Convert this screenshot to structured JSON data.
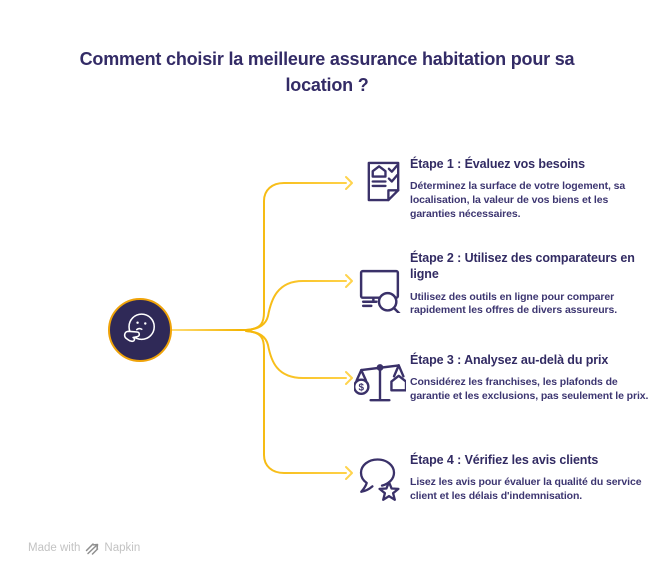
{
  "title": "Comment choisir la meilleure assurance habitation pour sa location ?",
  "center": {
    "icon": "thinking-face-icon"
  },
  "steps": [
    {
      "icon": "document-checklist-icon",
      "heading": "Étape 1 : Évaluez vos besoins",
      "body": "Déterminez la surface de votre logement, sa localisation, la valeur de vos biens et les garanties nécessaires."
    },
    {
      "icon": "monitor-search-icon",
      "heading": "Étape 2 : Utilisez des comparateurs en ligne",
      "body": "Utilisez des outils en ligne pour comparer rapidement les offres de divers assureurs."
    },
    {
      "icon": "balance-scale-icon",
      "heading": "Étape 3 : Analysez au-delà du prix",
      "body": "Considérez les franchises, les plafonds de garantie et les exclusions, pas seulement le prix."
    },
    {
      "icon": "chat-star-icon",
      "heading": "Étape 4 : Vérifiez les avis clients",
      "body": "Lisez les avis pour évaluer la qualité du service client et les délais d'indemnisation."
    }
  ],
  "footer": {
    "made_with": "Made with",
    "brand": "Napkin",
    "logo": "napkin-logo-icon"
  },
  "colors": {
    "title_indigo": "#332B66",
    "icon_stroke": "#3A3169",
    "connector_gold": "#F5B80C",
    "connector_light": "#FFD95C",
    "circle_fill": "#2F2957",
    "circle_ring": "#EFA30A",
    "footer_gray": "#C3C3C3"
  }
}
